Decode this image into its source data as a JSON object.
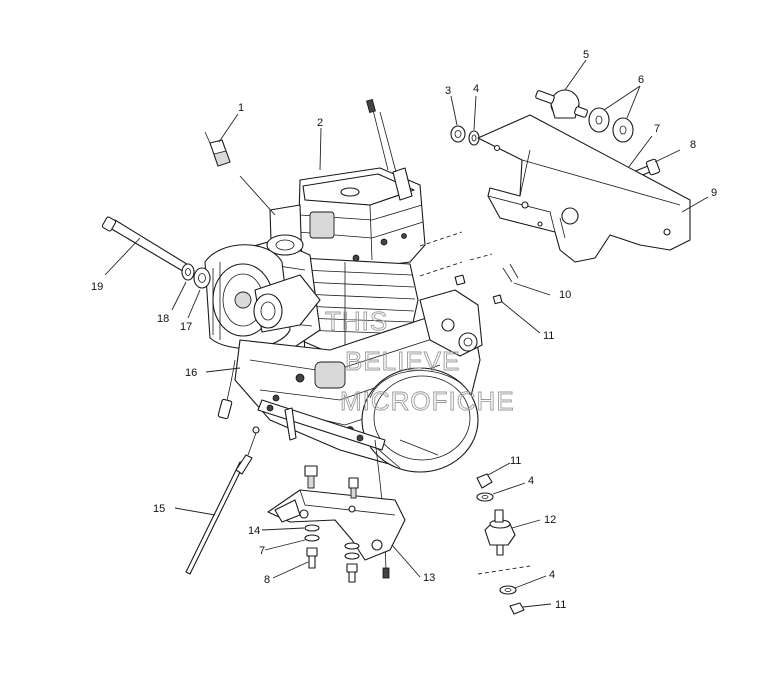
{
  "watermark": {
    "line1": "THIS",
    "line2": "BELIEVE",
    "line3": "MICROFICHE"
  },
  "callouts": [
    {
      "id": "c1",
      "label": "1"
    },
    {
      "id": "c2",
      "label": "2"
    },
    {
      "id": "c3",
      "label": "3"
    },
    {
      "id": "c4a",
      "label": "4"
    },
    {
      "id": "c5",
      "label": "5"
    },
    {
      "id": "c6",
      "label": "6"
    },
    {
      "id": "c7a",
      "label": "7"
    },
    {
      "id": "c8a",
      "label": "8"
    },
    {
      "id": "c9",
      "label": "9"
    },
    {
      "id": "c10",
      "label": "10"
    },
    {
      "id": "c11a",
      "label": "11"
    },
    {
      "id": "c11b",
      "label": "11"
    },
    {
      "id": "c4b",
      "label": "4"
    },
    {
      "id": "c12",
      "label": "12"
    },
    {
      "id": "c4c",
      "label": "4"
    },
    {
      "id": "c11c",
      "label": "11"
    },
    {
      "id": "c13",
      "label": "13"
    },
    {
      "id": "c14",
      "label": "14"
    },
    {
      "id": "c7b",
      "label": "7"
    },
    {
      "id": "c8b",
      "label": "8"
    },
    {
      "id": "c15",
      "label": "15"
    },
    {
      "id": "c16",
      "label": "16"
    },
    {
      "id": "c17",
      "label": "17"
    },
    {
      "id": "c18",
      "label": "18"
    },
    {
      "id": "c19",
      "label": "19"
    }
  ]
}
